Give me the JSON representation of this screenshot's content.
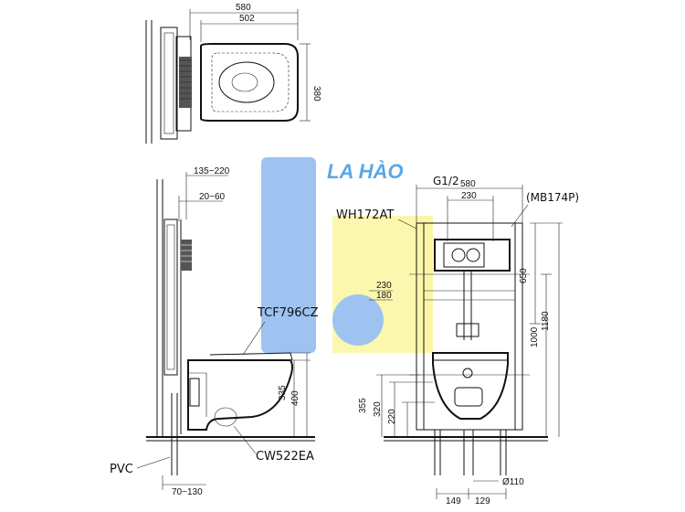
{
  "watermark": {
    "text": "LA HÀO",
    "colors": {
      "blue": "#9ec3f0",
      "yellow": "#fbf6a6",
      "text": "#5aa7e6"
    }
  },
  "top_view": {
    "dims": {
      "overall_width": "580",
      "bowl_width": "502",
      "depth": "380"
    }
  },
  "side_view": {
    "dims": {
      "frame_offset": "135~220",
      "cover_offset": "20~60",
      "h335": "335",
      "h400": "400",
      "bottom_offset": "70~130"
    },
    "labels": {
      "seat": "TCF796CZ",
      "bowl": "CW522EA",
      "pipe": "PVC"
    }
  },
  "front_view": {
    "dims": {
      "inlet": "G1/2",
      "width580": "580",
      "width230": "230",
      "mb": "(MB174P)",
      "d230": "230",
      "d180": "180",
      "h650": "650",
      "h1000": "1000",
      "h1180": "1180",
      "h355": "355",
      "h320": "320",
      "h220": "220",
      "w149": "149",
      "w129": "129",
      "dia110": "Ø110"
    },
    "labels": {
      "frame": "WH172AT"
    }
  }
}
